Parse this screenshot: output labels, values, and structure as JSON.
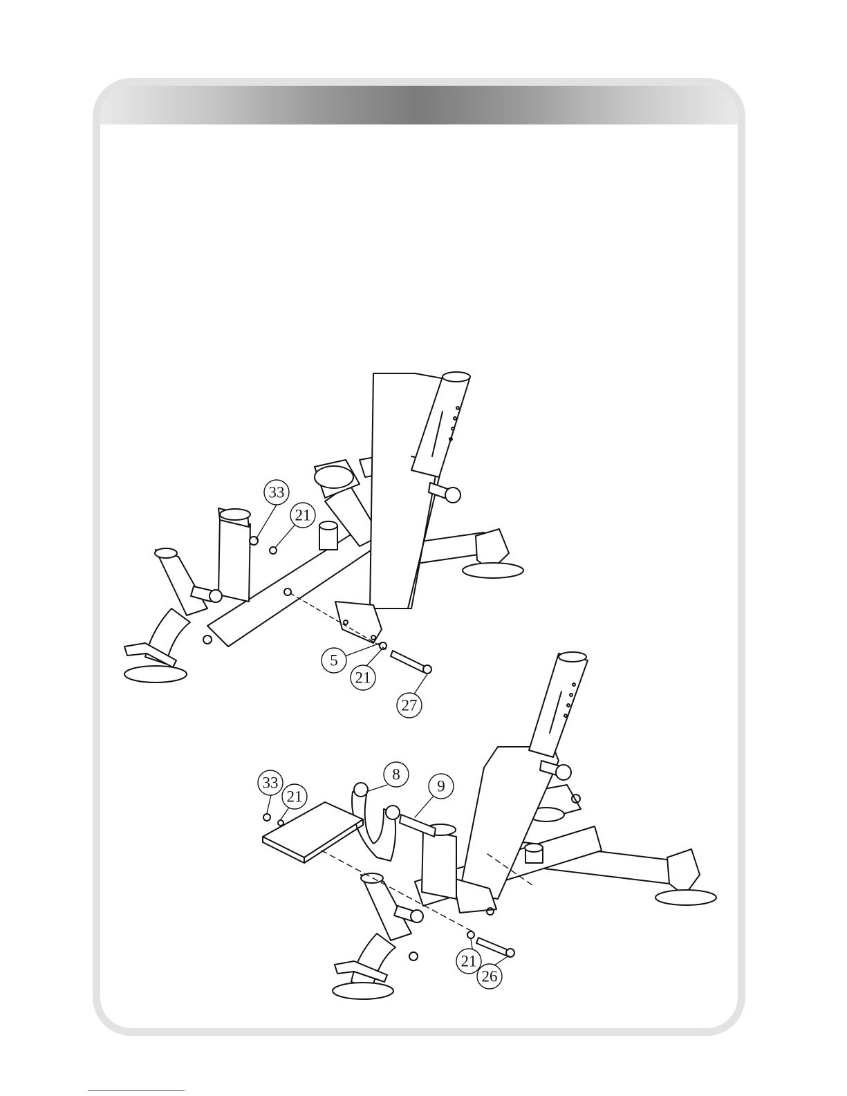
{
  "figure_upper": {
    "callouts": [
      "33",
      "21",
      "5",
      "21",
      "27"
    ]
  },
  "figure_lower": {
    "callouts": [
      "33",
      "21",
      "8",
      "9",
      "21",
      "26"
    ]
  }
}
